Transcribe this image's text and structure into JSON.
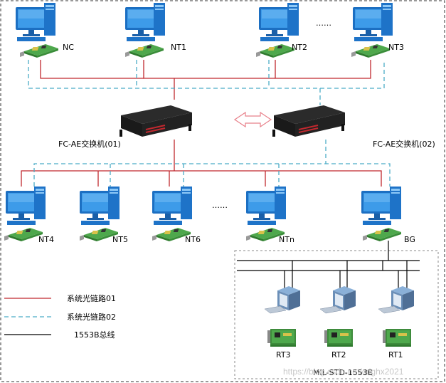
{
  "nodes_top": [
    {
      "id": "nc",
      "label": "NC"
    },
    {
      "id": "nt1",
      "label": "NT1"
    },
    {
      "id": "nt2",
      "label": "NT2"
    },
    {
      "id": "nt3",
      "label": "NT3"
    }
  ],
  "nodes_bottom": [
    {
      "id": "nt4",
      "label": "NT4"
    },
    {
      "id": "nt5",
      "label": "NT5"
    },
    {
      "id": "nt6",
      "label": "NT6"
    },
    {
      "id": "ntn",
      "label": "NTn"
    },
    {
      "id": "bg",
      "label": "BG"
    }
  ],
  "ellipsis_top": "……",
  "ellipsis_bottom": "……",
  "switches": [
    {
      "id": "sw1",
      "label": "FC-AE交换机(01)"
    },
    {
      "id": "sw2",
      "label": "FC-AE交换机(02)"
    }
  ],
  "rt_nodes": [
    {
      "id": "rt3",
      "label": "RT3"
    },
    {
      "id": "rt2",
      "label": "RT2"
    },
    {
      "id": "rt1",
      "label": "RT1"
    }
  ],
  "bus_box_label": "MIL-STD-1553B",
  "legend": [
    {
      "label": "系统光链路01",
      "color": "#c0282e",
      "style": "solid"
    },
    {
      "label": "系统光链路02",
      "color": "#4bacc6",
      "style": "dashed"
    },
    {
      "label": "1553B总线",
      "color": "#000000",
      "style": "solid"
    }
  ],
  "watermark": "https://blog.csdn.net/cdghx2021"
}
